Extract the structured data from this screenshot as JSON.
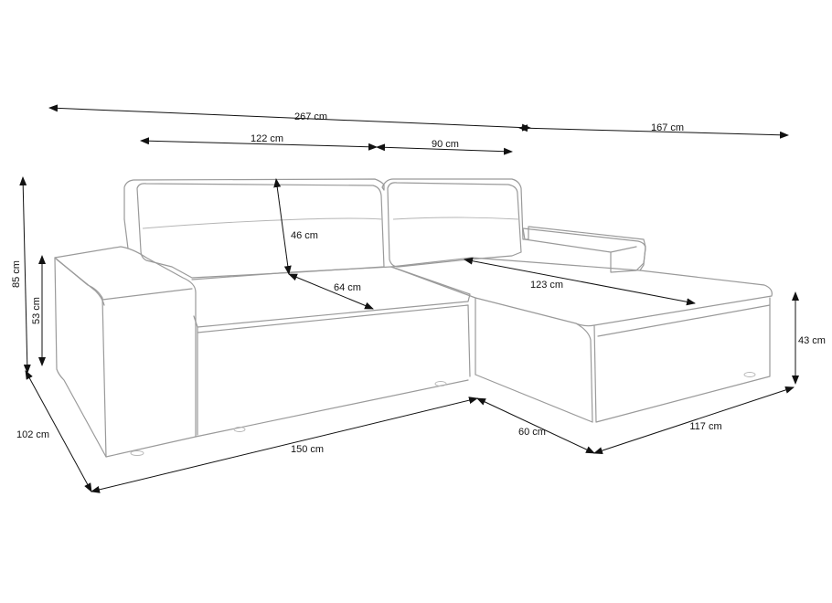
{
  "diagram": {
    "colors": {
      "outline": "#9a9a9a",
      "dimension": "#111111"
    },
    "dimensions": [
      {
        "id": "total-width",
        "label": "267 cm"
      },
      {
        "id": "chaise-depth",
        "label": "167 cm"
      },
      {
        "id": "main-back-width",
        "label": "122 cm"
      },
      {
        "id": "corner-back-width",
        "label": "90 cm"
      },
      {
        "id": "back-height",
        "label": "46 cm"
      },
      {
        "id": "seat-depth",
        "label": "64 cm"
      },
      {
        "id": "chaise-length",
        "label": "123 cm"
      },
      {
        "id": "total-height",
        "label": "85 cm"
      },
      {
        "id": "armrest-height",
        "label": "53 cm"
      },
      {
        "id": "seat-height",
        "label": "43 cm"
      },
      {
        "id": "depth",
        "label": "102 cm"
      },
      {
        "id": "base-width",
        "label": "150 cm"
      },
      {
        "id": "chaise-width",
        "label": "60 cm"
      },
      {
        "id": "chaise-side",
        "label": "117 cm"
      }
    ]
  }
}
